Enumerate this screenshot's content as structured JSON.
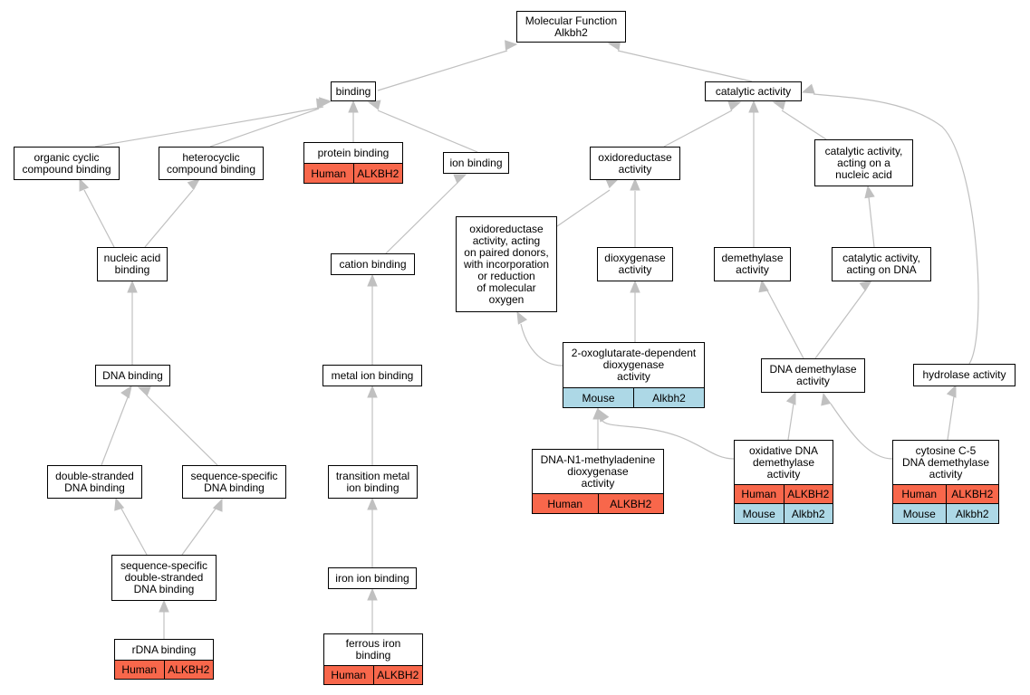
{
  "colors": {
    "edge": "#c0c0c0",
    "human": "#f8674b",
    "mouse": "#add8e6",
    "node_border": "#000000"
  },
  "nodes": {
    "root": "Molecular Function\nAlkbh2",
    "binding": "binding",
    "catalytic_activity": "catalytic activity",
    "organic_cyclic": "organic cyclic\ncompound binding",
    "heterocyclic": "heterocyclic\ncompound binding",
    "protein_binding": "protein binding",
    "ion_binding": "ion binding",
    "oxidoreductase": "oxidoreductase\nactivity",
    "catalytic_nucleic": "catalytic activity,\nacting on a\nnucleic acid",
    "nucleic_acid_binding": "nucleic acid\nbinding",
    "oxidoreductase_paired": "oxidoreductase\nactivity, acting\non paired donors,\nwith incorporation\nor reduction\nof molecular\noxygen",
    "cation_binding": "cation binding",
    "dioxygenase": "dioxygenase\nactivity",
    "demethylase": "demethylase\nactivity",
    "catalytic_dna": "catalytic activity,\nacting on DNA",
    "dna_binding": "DNA binding",
    "metal_ion_binding": "metal ion binding",
    "two_og_dioxygenase": "2-oxoglutarate-dependent\ndioxygenase\nactivity",
    "dna_demethylase": "DNA demethylase\nactivity",
    "hydrolase": "hydrolase activity",
    "ds_dna_binding": "double-stranded\nDNA binding",
    "ss_dna_binding": "sequence-specific\nDNA binding",
    "transition_metal": "transition metal\nion binding",
    "dna_n1": "DNA-N1-methyladenine\ndioxygenase\nactivity",
    "oxidative_dna": "oxidative DNA\ndemethylase\nactivity",
    "cytosine_c5": "cytosine C-5\nDNA demethylase\nactivity",
    "ss_ds_dna_binding": "sequence-specific\ndouble-stranded\nDNA binding",
    "iron_ion_binding": "iron ion binding",
    "rdna_binding": "rDNA binding",
    "ferrous_iron": "ferrous iron\nbinding"
  },
  "annotations": {
    "human_label": "Human",
    "mouse_label": "Mouse",
    "human_gene": "ALKBH2",
    "mouse_gene": "Alkbh2"
  }
}
